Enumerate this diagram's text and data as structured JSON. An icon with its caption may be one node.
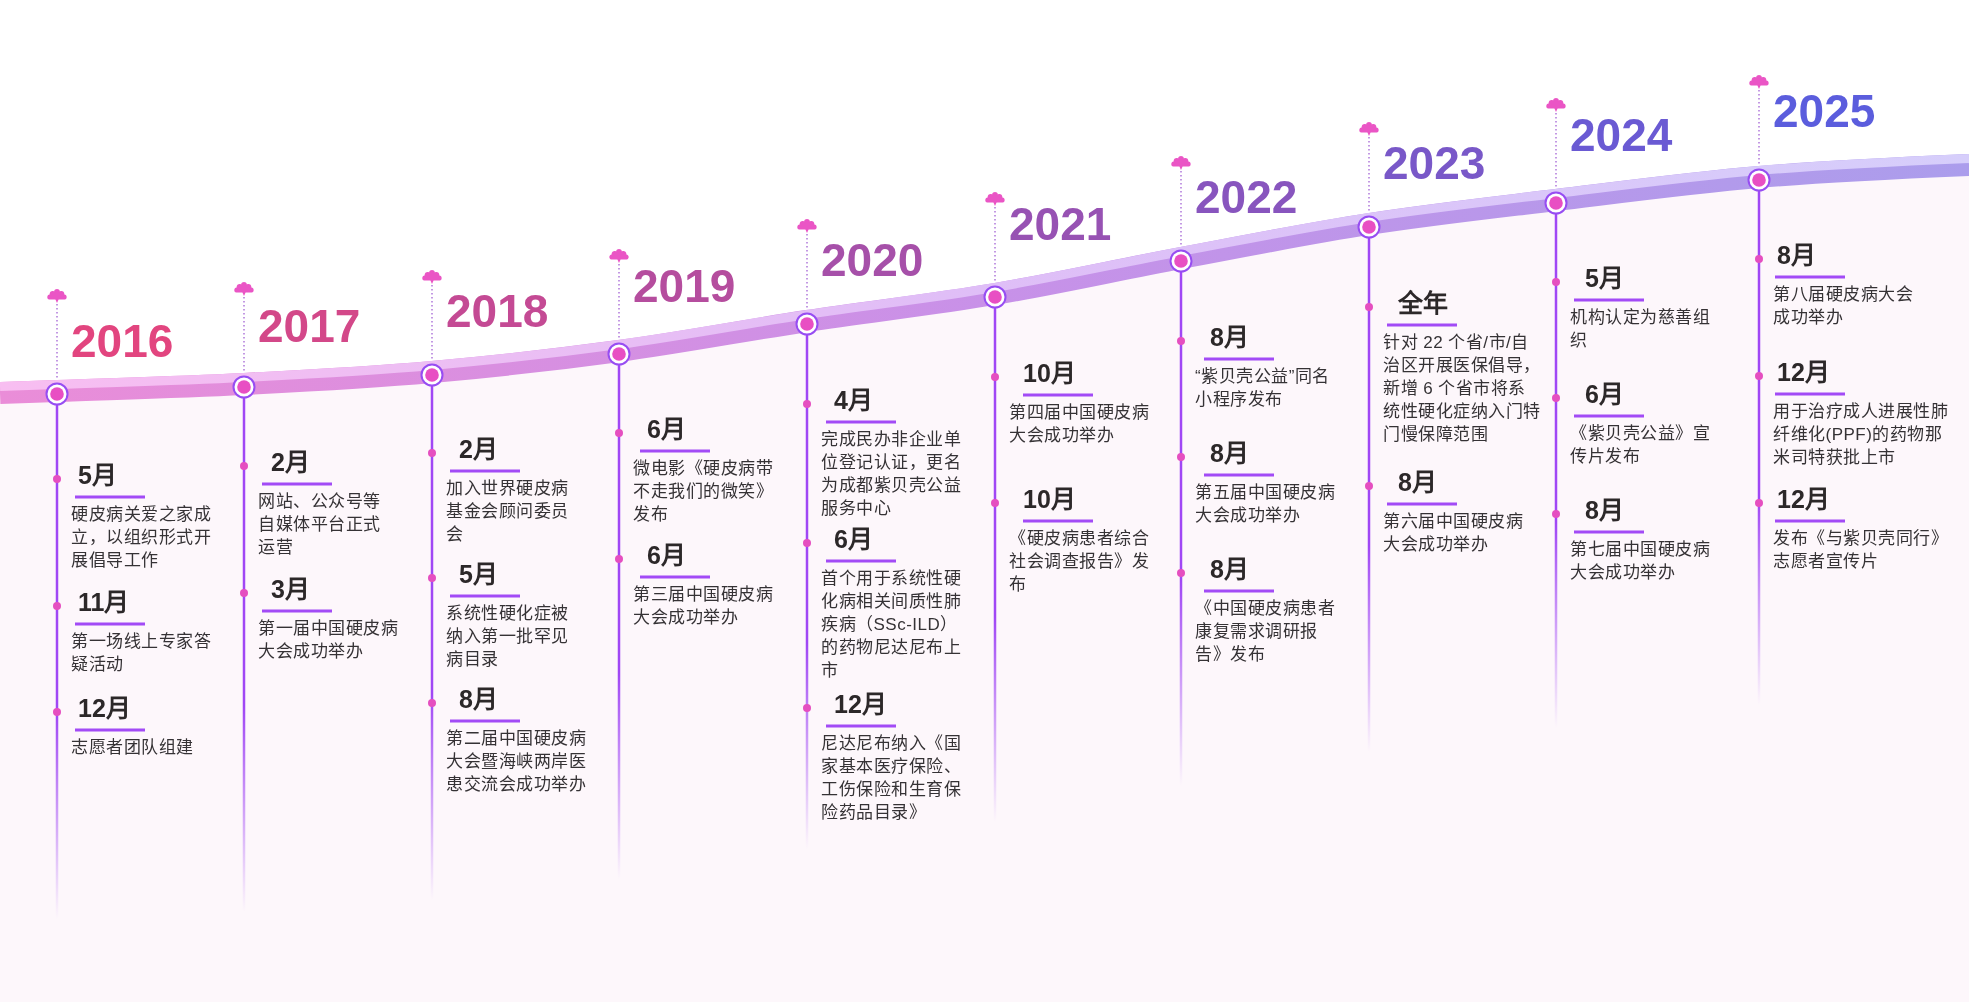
{
  "diagram": {
    "labels": [
      "2016",
      "5月",
      "硬皮病关爱之家成立，以组织形式开展倡导工作",
      "11月",
      "第一场线上专家答疑活动",
      "12月",
      "志愿者团队组建",
      "2017",
      "2月",
      "网站、公众号等自媒体平台正式运营",
      "3月",
      "第一届中国硬皮病大会成功举办",
      "2018",
      "2月",
      "加入世界硬皮病基金会顾问委员会",
      "5月",
      "系统性硬化症被纳入第一批罕见病目录",
      "8月",
      "第二届中国硬皮病大会暨海峡两岸医患交流会成功举办",
      "2019",
      "6月",
      "微电影《硬皮病带不走我们的微笑》发布",
      "6月",
      "第三届中国硬皮病大会成功举办",
      "2020",
      "4月",
      "完成民办非企业单位登记认证，更名为成都紫贝壳公益服务中心",
      "6月",
      "首个用于系统性硬化病相关间质性肺疾病（SSc-ILD）的药物尼达尼布上市",
      "12月",
      "尼达尼布纳入《国家基本医疗保险、工伤保险和生育保险药品目录》",
      "2021",
      "10月",
      "第四届中国硬皮病大会成功举办",
      "10月",
      "《硬皮病患者综合社会调查报告》发布",
      "2022",
      "8月",
      "“紫贝壳公益”同名小程序发布",
      "8月",
      "第五届中国硬皮病大会成功举办",
      "8月",
      "《中国硬皮病患者康复需求调研报告》发布",
      "2023",
      "全年",
      "针对 22 个省/市/自治区开展医保倡导，新增 6 个省市将系统性硬化症纳入门特门慢保障范围",
      "8月",
      "第六届中国硬皮病大会成功举办",
      "2024",
      "5月",
      "机构认定为慈善组织",
      "6月",
      "《紫贝壳公益》宣传片发布",
      "8月",
      "第七届中国硬皮病大会成功举办",
      "2025",
      "8月",
      "第八届硬皮病大会成功举办",
      "12月",
      "用于治疗成人进展性肺纤维化(PPF)的药物那米司特获批上市",
      "12月",
      "发布《与紫贝壳同行》志愿者宣传片"
    ]
  }
}
